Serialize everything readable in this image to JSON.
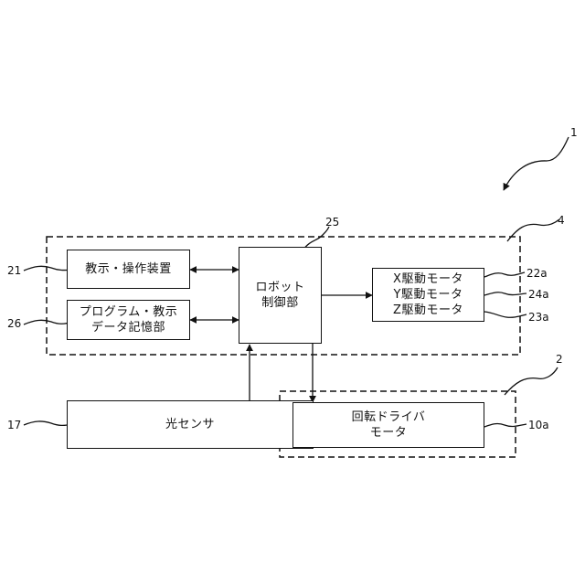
{
  "diagram": {
    "ref_system": "1",
    "control_unit": {
      "ref": "4"
    },
    "teach_device": {
      "ref": "21",
      "label": "教示・操作装置"
    },
    "program_memory": {
      "ref": "26",
      "line1": "プログラム・教示",
      "line2": "データ記憶部"
    },
    "robot_controller": {
      "ref": "25",
      "line1": "ロボット",
      "line2": "制御部"
    },
    "motors": {
      "x_motor": {
        "ref": "22a",
        "label": "X駆動モータ"
      },
      "y_motor": {
        "ref": "24a",
        "label": "Y駆動モータ"
      },
      "z_motor": {
        "ref": "23a",
        "label": "Z駆動モータ"
      }
    },
    "optical_sensor": {
      "ref": "17",
      "label": "光センサ"
    },
    "rotation_unit": {
      "ref": "2"
    },
    "rotation_motor": {
      "ref": "10a",
      "line1": "回転ドライバ",
      "line2": "モータ"
    }
  }
}
